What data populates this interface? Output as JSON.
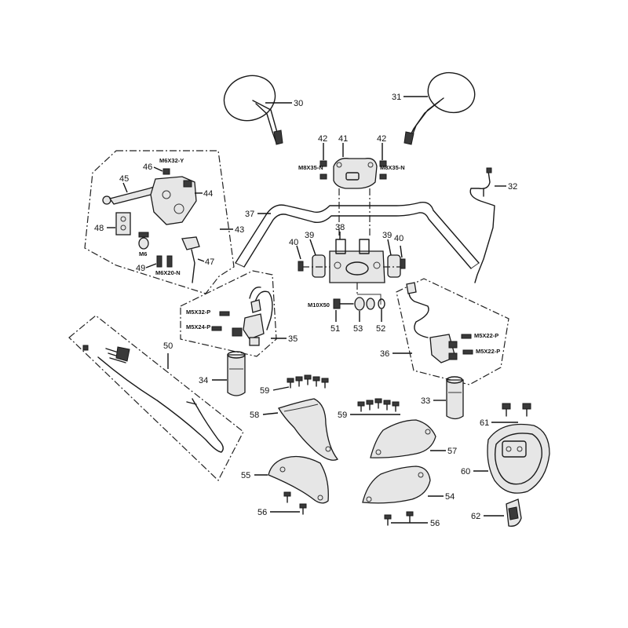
{
  "callouts": {
    "p30": "30",
    "p31": "31",
    "p32": "32",
    "p33": "33",
    "p34": "34",
    "p35": "35",
    "p36": "36",
    "p37": "37",
    "p38": "38",
    "p39a": "39",
    "p39b": "39",
    "p40a": "40",
    "p40b": "40",
    "p41": "41",
    "p42a": "42",
    "p42b": "42",
    "p43": "43",
    "p44": "44",
    "p45": "45",
    "p46": "46",
    "p47": "47",
    "p48": "48",
    "p49": "49",
    "p50": "50",
    "p51": "51",
    "p52": "52",
    "p53": "53",
    "p54": "54",
    "p55": "55",
    "p56a": "56",
    "p56b": "56",
    "p57": "57",
    "p58": "58",
    "p59a": "59",
    "p59b": "59",
    "p60": "60",
    "p61": "61",
    "p62": "62"
  },
  "specs": {
    "m6x32y": "M6X32-Y",
    "m8x35n_left": "M8X35-N",
    "m8x35n_right": "M8X35-N",
    "m6": "M6",
    "m6x20n": "M6X20-N",
    "m5x32p": "M5X32-P",
    "m5x24p": "M5X24-P",
    "m10x50": "M10X50",
    "m5x22p_a": "M5X22-P",
    "m5x22p_b": "M5X22-P"
  }
}
